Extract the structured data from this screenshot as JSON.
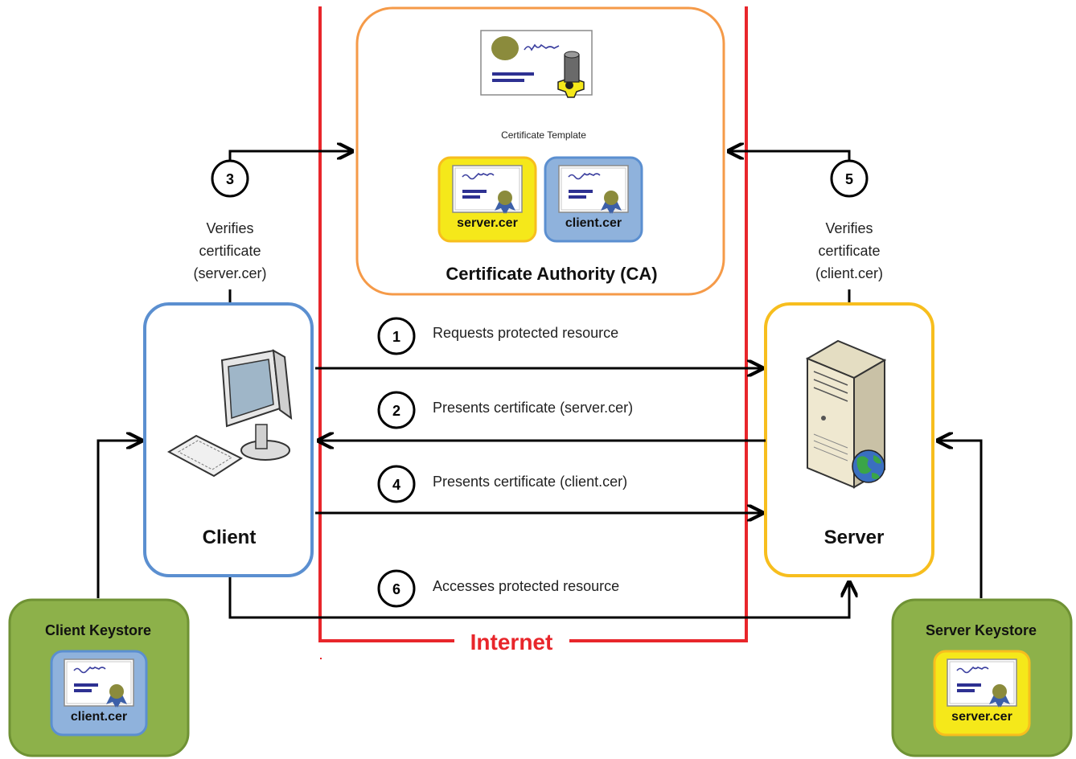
{
  "ca": {
    "template_label": "Certificate Template",
    "title": "Certificate Authority (CA)",
    "server_cert": "server.cer",
    "client_cert": "client.cer"
  },
  "client": {
    "label": "Client"
  },
  "server": {
    "label": "Server"
  },
  "client_keystore": {
    "title": "Client Keystore",
    "cert": "client.cer"
  },
  "server_keystore": {
    "title": "Server Keystore",
    "cert": "server.cer"
  },
  "internet": {
    "label": "Internet"
  },
  "steps": [
    {
      "num": "1",
      "text": "Requests protected resource"
    },
    {
      "num": "2",
      "text": "Presents certificate (server.cer)"
    },
    {
      "num": "3",
      "lines": [
        "Verifies",
        "certificate",
        "(server.cer)"
      ]
    },
    {
      "num": "4",
      "text": "Presents certificate (client.cer)"
    },
    {
      "num": "5",
      "lines": [
        "Verifies",
        "certificate",
        "(client.cer)"
      ]
    },
    {
      "num": "6",
      "text": "Accesses protected resource"
    }
  ],
  "colors": {
    "internet": "#e8262b",
    "ca_border": "#f59a48",
    "client_border": "#5b8fd0",
    "server_border": "#f7be1e",
    "keystore_fill": "#8db14a",
    "keystore_border": "#6f9234",
    "server_cert_fill": "#f5e81a",
    "client_cert_fill": "#8fb2dc"
  }
}
